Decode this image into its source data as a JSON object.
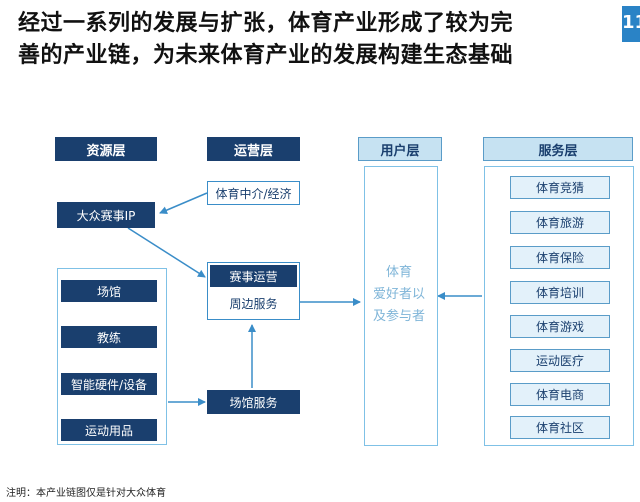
{
  "title": {
    "line1": "经过一系列的发展与扩张，体育产业形成了较为完",
    "line2": "善的产业链，为未来体育产业的发展构建生态基础"
  },
  "logo": {
    "text": "11"
  },
  "layers": {
    "resource": "资源层",
    "operation": "运营层",
    "user": "用户层",
    "service": "服务层"
  },
  "resource": {
    "ip": "大众赛事IP",
    "items": [
      "场馆",
      "教练",
      "智能硬件/设备",
      "运动用品"
    ]
  },
  "operation": {
    "agency": "体育中介/经济",
    "event": "赛事运营",
    "peripheral": "周边服务",
    "venue_service": "场馆服务"
  },
  "user": {
    "lines": [
      "体育",
      "爱好者以",
      "及参与者"
    ]
  },
  "service": {
    "items": [
      "体育竞猜",
      "体育旅游",
      "体育保险",
      "体育培训",
      "体育游戏",
      "运动医疗",
      "体育电商",
      "体育社区"
    ]
  },
  "footnote": "注明：本产业链图仅是针对大众体育",
  "colors": {
    "dark_navy": "#1a3f6e",
    "light_blue": "#c6e2f2",
    "arrow": "#3a8dc8"
  }
}
